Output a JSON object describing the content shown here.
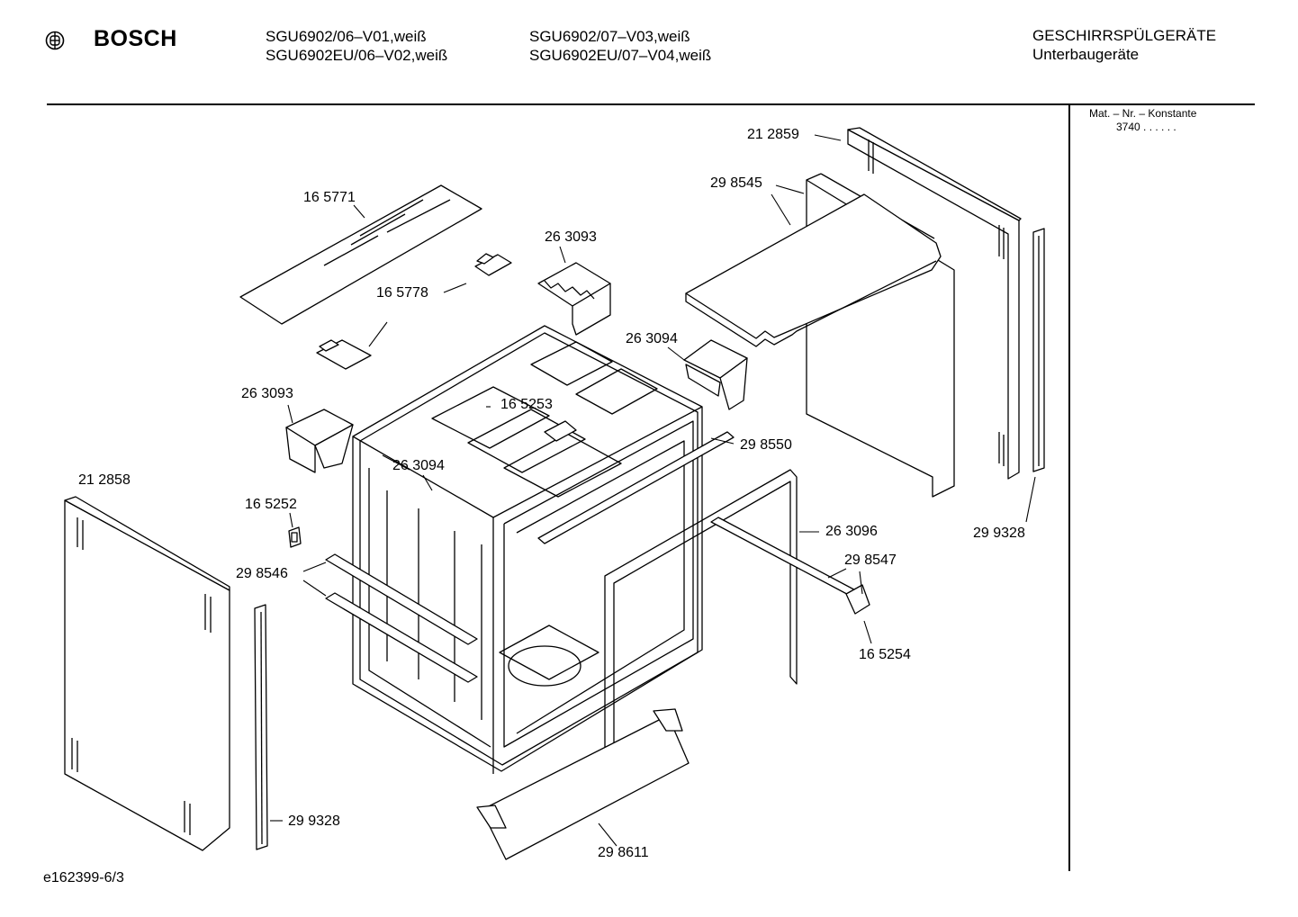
{
  "header": {
    "brand": "BOSCH",
    "models_col1": [
      "SGU6902/06–V01,weiß",
      "SGU6902EU/06–V02,weiß"
    ],
    "models_col2": [
      "SGU6902/07–V03,weiß",
      "SGU6902EU/07–V04,weiß"
    ],
    "category": "GESCHIRRSPÜLGERÄTE",
    "subcategory": "Unterbaugeräte"
  },
  "sidebar": {
    "matnr_label": "Mat. – Nr. – Konstante",
    "matnr_value": "3740  .  .  .  .  .  ."
  },
  "parts": {
    "p212859": "21 2859",
    "p298545": "29 8545",
    "p165771": "16 5771",
    "p263093a": "26 3093",
    "p165778": "16 5778",
    "p263094a": "26 3094",
    "p263093b": "26 3093",
    "p165253": "16 5253",
    "p298550": "29 8550",
    "p263094b": "26 3094",
    "p212858": "21 2858",
    "p165252": "16 5252",
    "p263096": "26 3096",
    "p299328a": "29 9328",
    "p298547": "29 8547",
    "p298546": "29 8546",
    "p165254": "16 5254",
    "p299328b": "29 9328",
    "p298611": "29 8611"
  },
  "footer": {
    "drawing_id": "e162399-6/3"
  }
}
